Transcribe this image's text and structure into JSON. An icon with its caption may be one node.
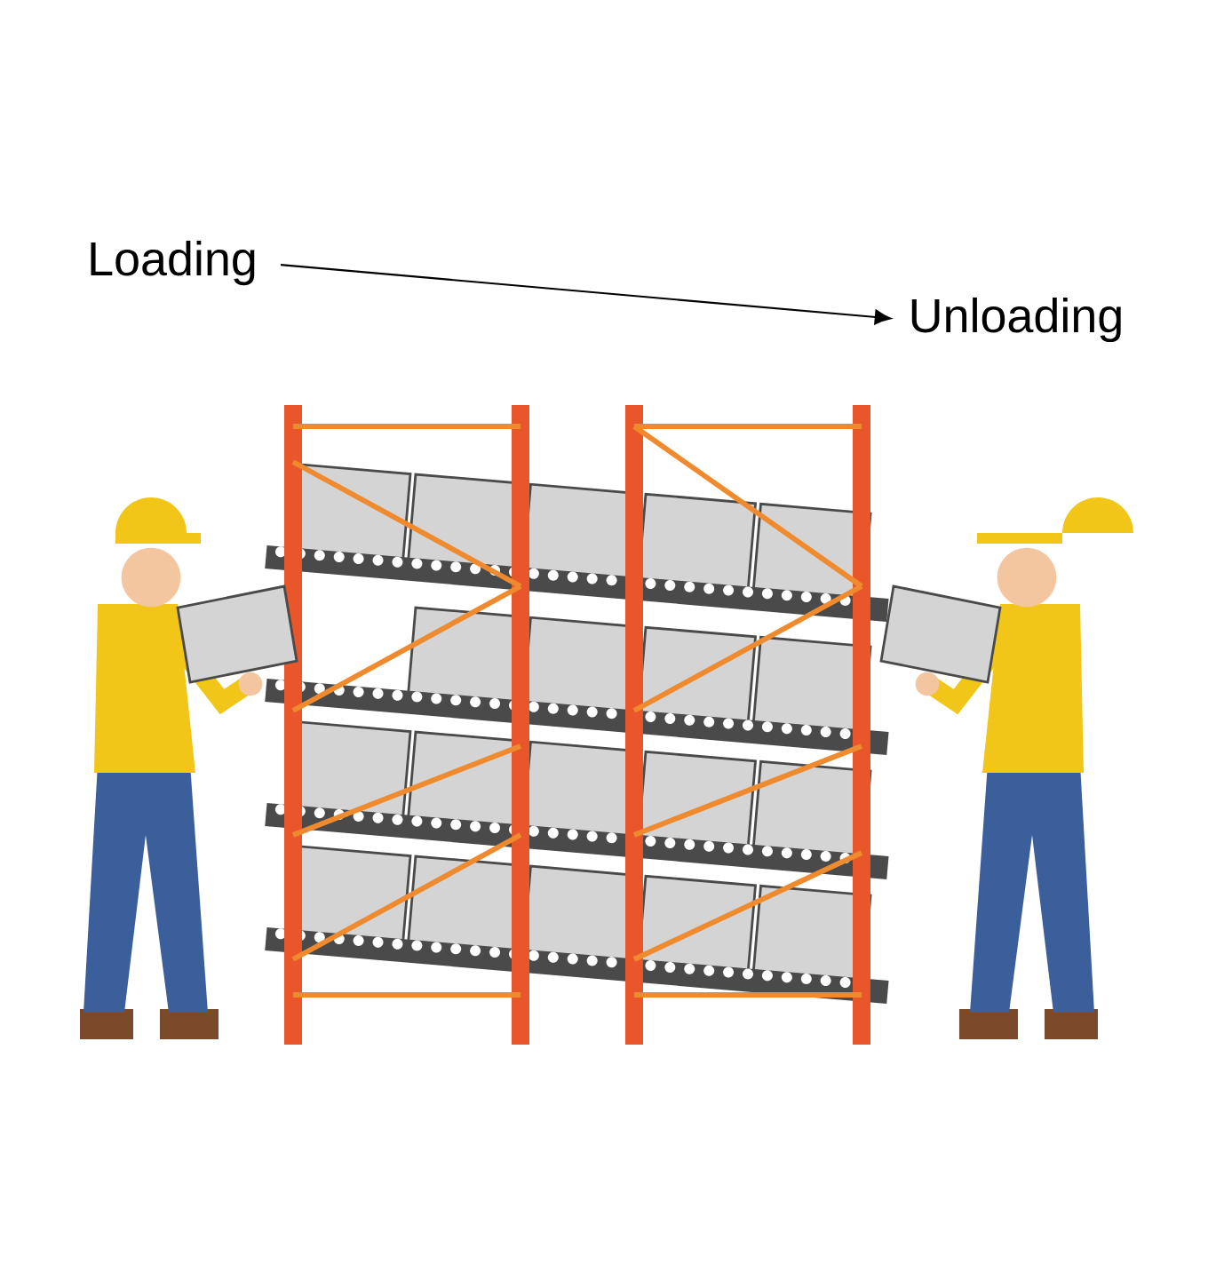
{
  "diagram": {
    "nodes": [
      {
        "text": [
          "Loading"
        ]
      },
      {
        "text": [
          "Unloading"
        ]
      }
    ],
    "edges": [
      {
        "from": 0,
        "to": 1,
        "arrow": "to"
      }
    ]
  }
}
